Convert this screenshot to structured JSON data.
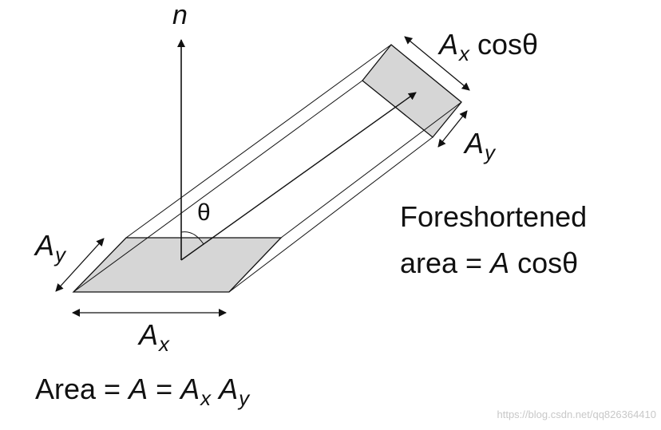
{
  "colors": {
    "line": "#111111",
    "face": "#d6d6d6",
    "watermark": "#c8c8c8"
  },
  "labels": {
    "normal": "n",
    "theta": "θ",
    "top_width": {
      "symbol": "A",
      "subscript": "x",
      "suffix": " cosθ"
    },
    "top_depth": {
      "symbol": "A",
      "subscript": "y"
    },
    "base_depth": {
      "symbol": "A",
      "subscript": "y"
    },
    "base_width": {
      "symbol": "A",
      "subscript": "x"
    },
    "foreshortened_line1": "Foreshortened",
    "foreshortened_line2_prefix": "area = ",
    "foreshortened_line2_symbol": "A",
    "foreshortened_line2_suffix": " cosθ",
    "area_eq": {
      "prefix": "Area = ",
      "a1": "A",
      "eq": " = ",
      "a2": "A",
      "a2_sub": "x",
      "a3": "A",
      "a3_sub": "y"
    },
    "watermark": "https://blog.csdn.net/qq826364410"
  }
}
